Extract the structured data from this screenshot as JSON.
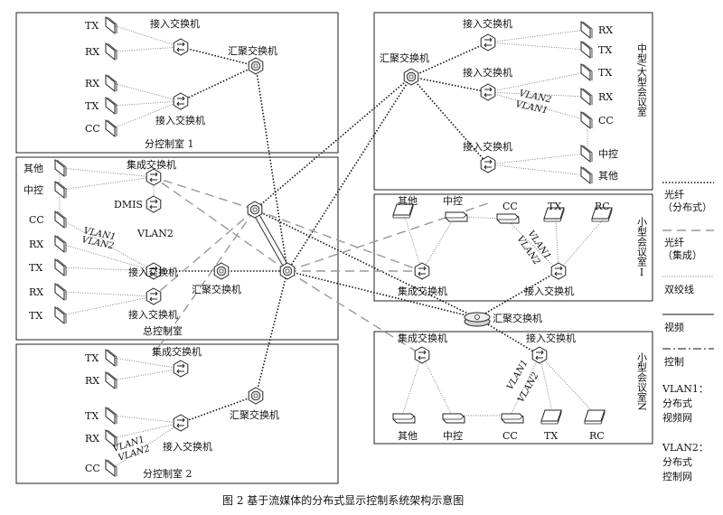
{
  "caption": "图 2   基于流媒体的分布式显示控制系统架构示意图",
  "labels": {
    "access_switch": "接入交换机",
    "agg_switch": "汇聚交换机",
    "int_switch": "集成交换机",
    "tx": "TX",
    "rx": "RX",
    "cc": "CC",
    "rc": "RC",
    "other": "其他",
    "ctrl": "中控",
    "dmis": "DMIS",
    "vlan1": "VLAN1",
    "vlan2": "VLAN2"
  },
  "rooms": {
    "sub1": "分控制室 1",
    "main": "总控制室",
    "sub2": "分控制室 2",
    "mid_large": "中型/大型会议室",
    "small1": "小型会议室Ⅰ",
    "smallN": "小型会议室N"
  },
  "legend": [
    {
      "key": "fiber_dist",
      "label": "光纤",
      "label2": "（分布式）"
    },
    {
      "key": "fiber_int",
      "label": "光纤",
      "label2": "（集成）"
    },
    {
      "key": "twisted",
      "label": "双绞线",
      "label2": ""
    },
    {
      "key": "video",
      "label": "视频",
      "label2": ""
    },
    {
      "key": "control",
      "label": "控制",
      "label2": ""
    }
  ],
  "vlan_notes": [
    {
      "lines": [
        "VLAN1：",
        "分布式",
        "视频网"
      ]
    },
    {
      "lines": [
        "VLAN2：",
        "分布式",
        "控制网"
      ]
    }
  ]
}
